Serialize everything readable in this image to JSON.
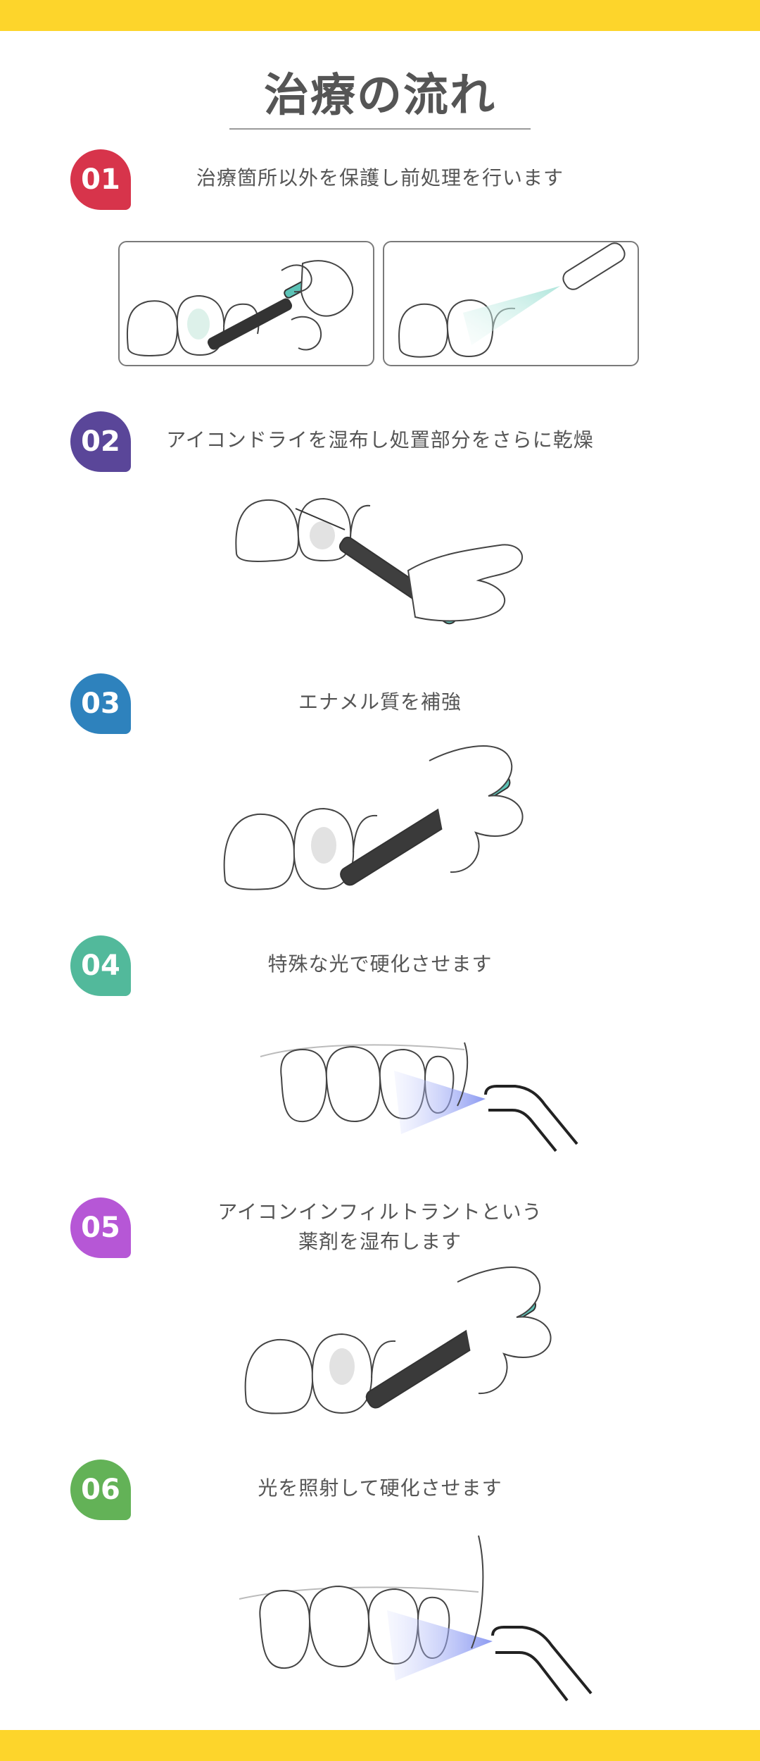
{
  "title": "治療の流れ",
  "steps": [
    {
      "number": "01",
      "text": "治療箇所以外を保護し前処理を行います",
      "color": "#d7344b"
    },
    {
      "number": "02",
      "text": "アイコンドライを湿布し処置部分をさらに乾燥",
      "color": "#5a4699"
    },
    {
      "number": "03",
      "text": "エナメル質を補強",
      "color": "#2e82bd"
    },
    {
      "number": "04",
      "text": "特殊な光で硬化させます",
      "color": "#52b99b"
    },
    {
      "number": "05",
      "text": "アイコンインフィルトラントという",
      "text2": "薬剤を湿布します",
      "color": "#b657d6"
    },
    {
      "number": "06",
      "text": "光を照射して硬化させます",
      "color": "#63b257"
    }
  ],
  "colors": {
    "accent_bar": "#fdd52b",
    "tool_teal": "#5cc3b7",
    "light_blue": "#7f8ff0"
  }
}
